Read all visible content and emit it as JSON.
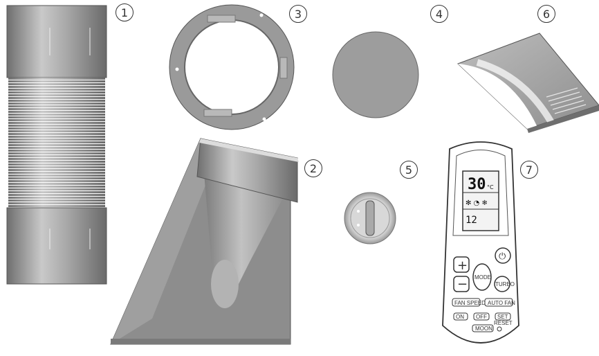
{
  "parts": [
    {
      "id": "1",
      "icon": "flexible-duct-hose"
    },
    {
      "id": "2",
      "icon": "window-exhaust-adapter"
    },
    {
      "id": "3",
      "icon": "mounting-ring"
    },
    {
      "id": "4",
      "icon": "cover-plate"
    },
    {
      "id": "5",
      "icon": "drain-plug"
    },
    {
      "id": "6",
      "icon": "instruction-manual"
    },
    {
      "id": "7",
      "icon": "remote-control"
    }
  ],
  "remote": {
    "display_temp": "30",
    "temp_unit": "°C",
    "timer_value": "12",
    "mode_label": "MODE",
    "turbo_label": "TURBO",
    "fan_speed_label": "FAN SPEED",
    "auto_fan_label": "AUTO FAN",
    "on_label": "ON",
    "off_label": "OFF",
    "set_label": "SET",
    "moon_label": "MOON",
    "reset_label": "RESET",
    "plus_symbol": "+",
    "minus_symbol": "−"
  },
  "colors": {
    "metal": "#9a9a9a",
    "outline": "#333333"
  }
}
